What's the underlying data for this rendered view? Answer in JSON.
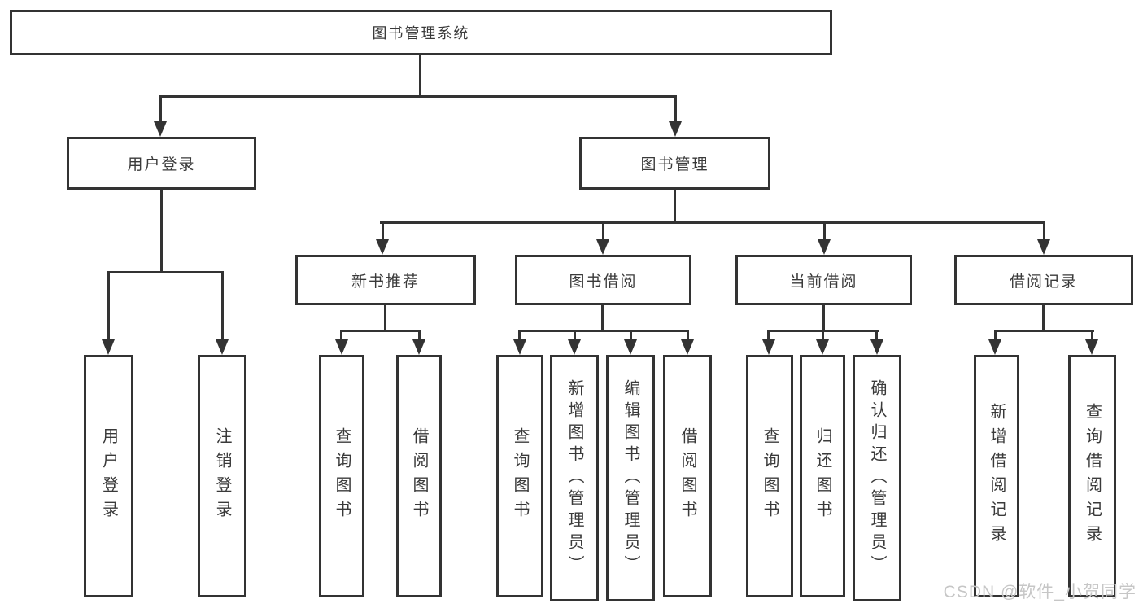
{
  "root": {
    "label": "图书管理系统"
  },
  "level2": [
    {
      "label": "用户登录"
    },
    {
      "label": "图书管理"
    }
  ],
  "level3": [
    {
      "label": "新书推荐"
    },
    {
      "label": "图书借阅"
    },
    {
      "label": "当前借阅"
    },
    {
      "label": "借阅记录"
    }
  ],
  "leaves": {
    "login": [
      "用户登录",
      "注销登录"
    ],
    "recommend": [
      "查询图书",
      "借阅图书"
    ],
    "borrow": [
      "查询图书",
      "新增图书（管理员）",
      "编辑图书（管理员）",
      "借阅图书"
    ],
    "current": [
      "查询图书",
      "归还图书",
      "确认归还（管理员）"
    ],
    "records": [
      "新增借阅记录",
      "查询借阅记录"
    ]
  },
  "watermark": "CSDN @软件_小贺同学",
  "colors": {
    "line": "#333333",
    "text": "#3a3a3a",
    "background": "#ffffff",
    "watermark": "#c6c6c6"
  }
}
